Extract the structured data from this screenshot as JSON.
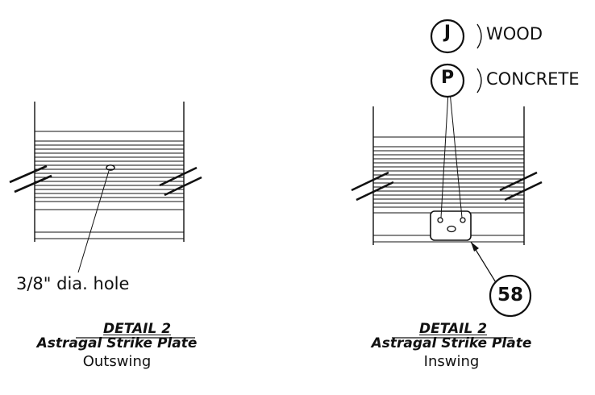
{
  "left_detail": {
    "hole_label": "3/8\" dia. hole",
    "title": "DETAIL 2",
    "subtitle": "Astragal Strike Plate",
    "swing": "Outswing"
  },
  "right_detail": {
    "bubble_j": "J",
    "bubble_p": "P",
    "material_j": "WOOD",
    "material_p": "CONCRETE",
    "part_number": "58",
    "title": "DETAIL 2",
    "subtitle": "Astragal Strike Plate",
    "swing": "Inswing"
  },
  "colors": {
    "ink": "#111111",
    "background": "#ffffff"
  }
}
